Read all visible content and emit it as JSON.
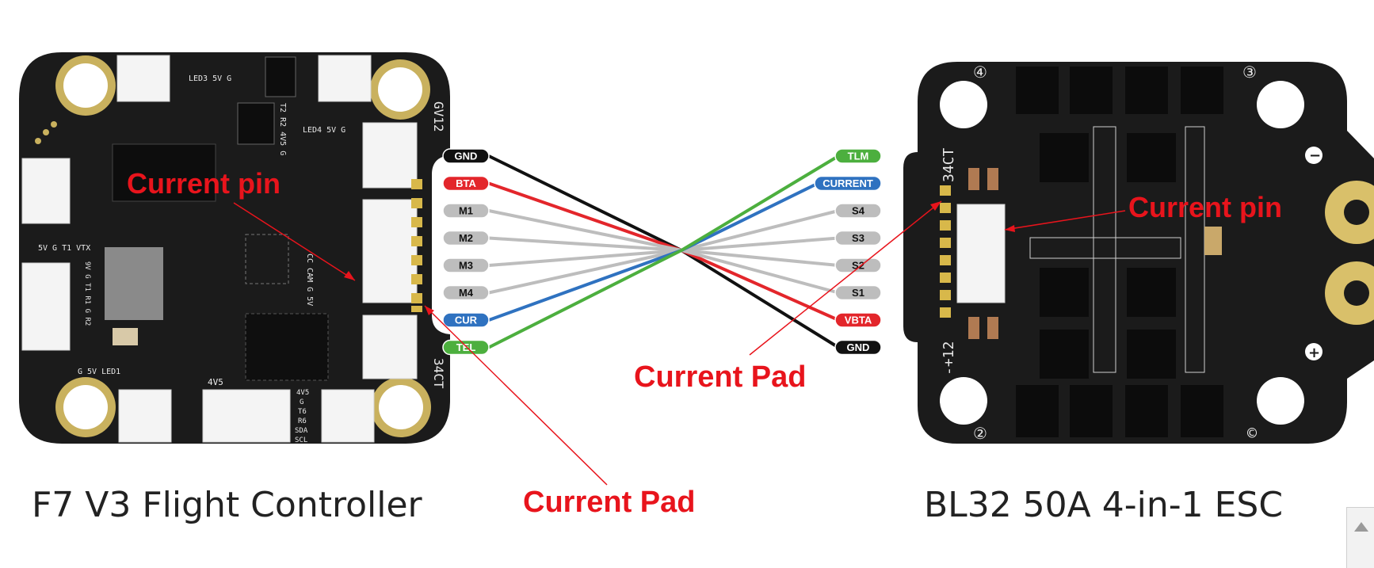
{
  "captions": {
    "left_board": "F7 V3 Flight Controller",
    "right_board": "BL32 50A 4-in-1 ESC"
  },
  "annotations": {
    "fc_current_pin": "Current pin",
    "esc_current_pin": "Current pin",
    "esc_current_pad": "Current Pad",
    "fc_current_pad": "Current Pad"
  },
  "left_pins": [
    "GND",
    "BTA",
    "M1",
    "M2",
    "M3",
    "M4",
    "CUR",
    "TEL"
  ],
  "right_pins": [
    "TLM",
    "CURRENT",
    "S4",
    "S3",
    "S2",
    "S1",
    "VBTA",
    "GND"
  ],
  "pin_colors": {
    "GND": "#111111",
    "BTA": "#e3262b",
    "M1": "#bdbdbd",
    "M2": "#bdbdbd",
    "M3": "#bdbdbd",
    "M4": "#bdbdbd",
    "CUR": "#2f72c0",
    "TEL": "#4caf3e",
    "TLM": "#4caf3e",
    "CURRENT": "#2f72c0",
    "S4": "#bdbdbd",
    "S3": "#bdbdbd",
    "S2": "#bdbdbd",
    "S1": "#bdbdbd",
    "VBTA": "#e3262b"
  },
  "connections": [
    [
      "GND",
      "GND"
    ],
    [
      "BTA",
      "VBTA"
    ],
    [
      "M1",
      "S1"
    ],
    [
      "M2",
      "S2"
    ],
    [
      "M3",
      "S3"
    ],
    [
      "M4",
      "S4"
    ],
    [
      "CUR",
      "CURRENT"
    ],
    [
      "TEL",
      "TLM"
    ]
  ],
  "fc_silkscreen": {
    "led3": "LED3 5V G",
    "led4": "LED4 5V G",
    "gv12": "GV12",
    "ct34": "34CT",
    "t2r2": "T2 R2 4V5 G",
    "vtx": "5V G T1 VTX",
    "uart": "9V G T1 R1 G R2",
    "cam": "CC CAM G 5V",
    "led1": "G 5V LED1",
    "v45": "4V5",
    "baro": [
      "4V5",
      "G",
      "T6",
      "R6",
      "SDA",
      "SCL"
    ],
    "g": "G"
  },
  "esc_silkscreen": {
    "ct34": "34CT",
    "pm": "-+12",
    "hole1": "④",
    "hole2": "③",
    "hole3": "②",
    "hole4": "©",
    "minus": "−",
    "plus": "+"
  },
  "icons": [
    "up-arrow-icon"
  ]
}
